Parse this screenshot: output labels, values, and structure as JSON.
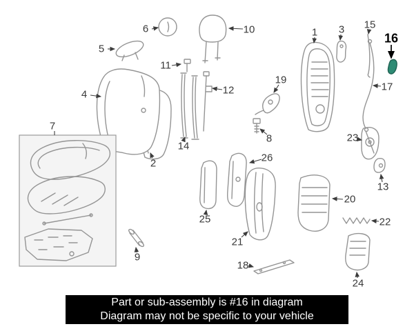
{
  "banner": {
    "line1": "Part or sub-assembly is #16 in diagram",
    "line2": "Diagram may not be specific to your vehicle"
  },
  "diagram": {
    "type": "exploded-parts-diagram",
    "subject": "vehicle seat assembly",
    "highlighted_part": "16",
    "highlight_color": "#2e8b74",
    "line_color": "#949494",
    "labels": [
      "1",
      "2",
      "3",
      "4",
      "5",
      "6",
      "7",
      "8",
      "9",
      "10",
      "11",
      "12",
      "13",
      "14",
      "15",
      "16",
      "17",
      "18",
      "19",
      "20",
      "21",
      "22",
      "23",
      "24",
      "25",
      "26"
    ]
  }
}
